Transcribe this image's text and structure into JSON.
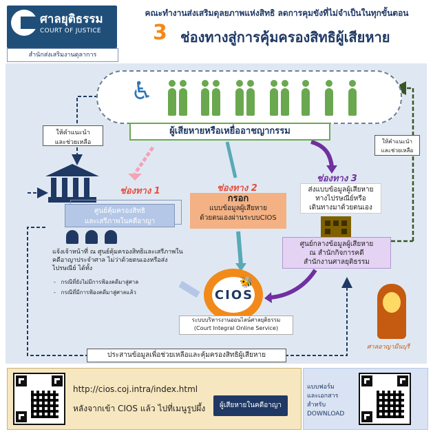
{
  "header": {
    "logo_thai": "ศาลยุติธรรม",
    "logo_english": "COURT OF JUSTICE",
    "title_line1": "คณะทำงานส่งเสริมดุลยภาพแห่งสิทธิ ลดการคุมขังที่ไม่จำเป็นในทุกขั้นตอน",
    "title_number": "3",
    "title_line2": "ช่องทางสู่การคุ้มครองสิทธิผู้เสียหาย",
    "office": "สำนักส่งเสริมงานตุลาการ"
  },
  "flow": {
    "victim_label": "ผู้เสียหายหรือเหยื่ออาชญากรรม",
    "advice_left": [
      "ให้คำแนะนำ",
      "และช่วยเหลือ"
    ],
    "advice_right": [
      "ให้คำแนะนำ",
      "และช่วยเหลือ"
    ],
    "fill_arrow_label": "กรอก",
    "channel1": {
      "title": "ช่องทาง 1",
      "center_lines": [
        "ศูนย์คุ้มครองสิทธิ",
        "และเสรีภาพในคดีอาญา"
      ],
      "description": "แจ้งเจ้าหน้าที่ ณ ศูนย์คุ้มครองสิทธิและเสรีภาพในคดีอาญาประจำศาล ไม่ว่าด้วยตนเองหรือส่งไปรษณีย์ ได้ทั้ง",
      "cases": [
        "กรณีที่ยังไม่มีการฟ้องคดีมาสู่ศาล",
        "กรณีที่มีการฟ้องคดีมาสู่ศาลแล้ว"
      ]
    },
    "channel2": {
      "title": "ช่องทาง 2",
      "heading": "กรอก",
      "lines": [
        "แบบข้อมูลผู้เสียหาย",
        "ด้วยตนเองผ่านระบบCIOS"
      ]
    },
    "channel3": {
      "title": "ช่องทาง 3",
      "send_lines": [
        "ส่งแบบข้อมูลผู้เสียหาย",
        "ทางไปรษณีย์หรือ",
        "เดินทางมาด้วยตนเอง"
      ],
      "hq_lines": [
        "ศูนย์กลางข้อมูลผู้เสียหาย",
        "ณ สำนักกิจการคดี",
        "สำนักงานศาลยุติธรรม"
      ]
    },
    "cios": {
      "name": "CIOS",
      "subtitle_lines": [
        "ระบบบริหารงานออนไลน์ศาลยุติธรรม",
        "(Court Integral Online Service)"
      ]
    },
    "coordination": "ประสานข้อมูลเพื่อช่วยเหลือและคุ้มครองสิทธิผู้เสียหาย",
    "provincial_court": "ศาลอาญามีนบุรี"
  },
  "footer": {
    "url": "http://cios.coj.intra/index.html",
    "menu_instruction": "หลังจากเข้า CIOS แล้ว ไปที่เมนูรูปผึ้ง",
    "menu_button": "ผู้เสียหายในคดีอาญา",
    "download_lines": [
      "แบบฟอร์ม",
      "และเอกสาร",
      "สำหรับ",
      "DOWNLOAD"
    ]
  },
  "colors": {
    "navy": "#1f3864",
    "orange": "#f28a1a",
    "green": "#6aa84f",
    "pink_arrow": "#f4a3b8",
    "purple": "#7030a0",
    "teal_arrow": "#5aa9b8"
  }
}
